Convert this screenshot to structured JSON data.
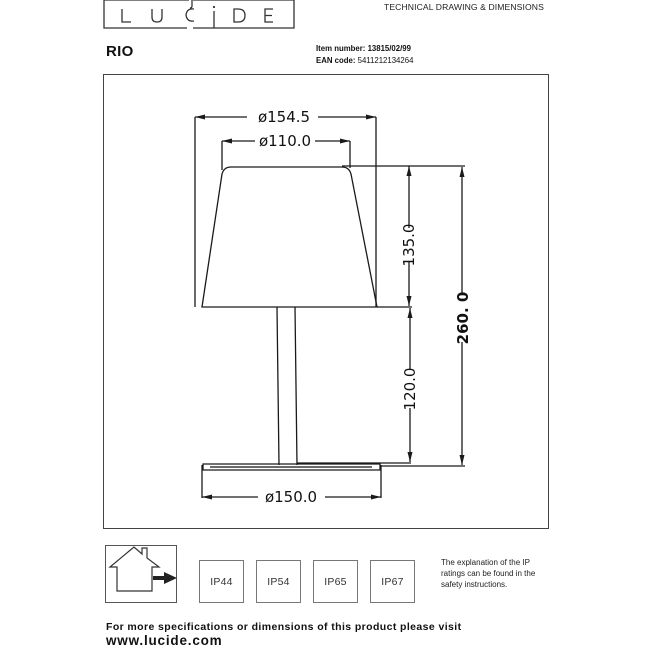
{
  "header": {
    "brand": "LUCIDE",
    "document_title": "TECHNICAL DRAWING & DIMENSIONS",
    "product_name": "RIO",
    "item_number_label": "Item number:",
    "item_number": "13815/02/99",
    "ean_label": "EAN code:",
    "ean_code": "5411212134264"
  },
  "drawing": {
    "shade_top_diameter": "ø110.0",
    "shade_bottom_diameter": "ø154.5",
    "base_diameter": "ø150.0",
    "shade_height": "135.0",
    "stem_height": "120.0",
    "total_height": "260. 0",
    "line_color": "#1a1a1a",
    "frame_color": "#444444"
  },
  "ip_section": {
    "icon": "house-indoor-icon",
    "ratings": [
      "IP44",
      "IP54",
      "IP65",
      "IP67"
    ],
    "note": "The explanation of the IP ratings can be found in the safety instructions."
  },
  "footer": {
    "text": "For more specifications or dimensions of this product please visit",
    "url": "www.lucide.com"
  }
}
